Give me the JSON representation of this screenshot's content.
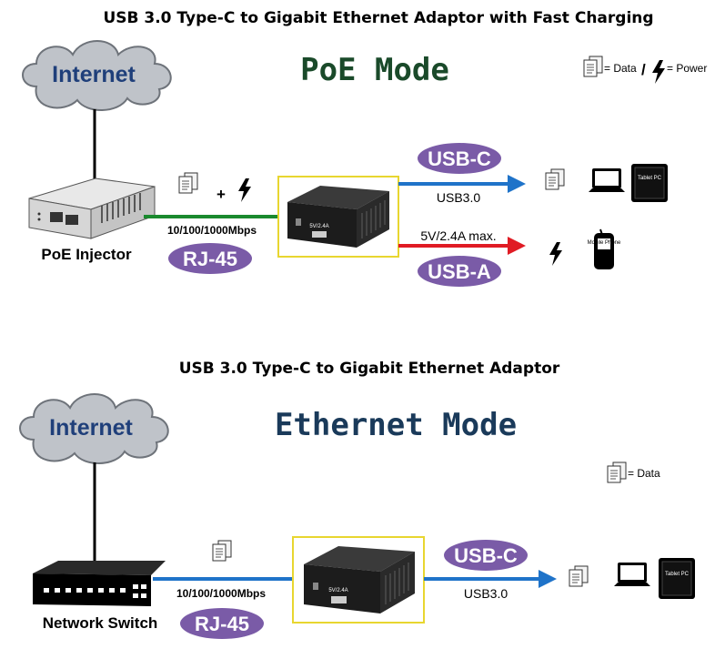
{
  "section1": {
    "title": "USB 3.0 Type-C to Gigabit Ethernet Adaptor with Fast Charging",
    "mode": "PoE Mode",
    "legend_data": "= Data",
    "legend_sep": "/",
    "legend_power": "= Power",
    "cloud": "Internet",
    "source_device": "PoE Injector",
    "plus": "+",
    "speed": "10/100/1000Mbps",
    "rj45": "RJ-45",
    "usbc": "USB-C",
    "usbc_sub": "USB3.0",
    "usba": "USB-A",
    "usba_sub": "5V/2.4A max.",
    "tablet": "Tablet PC",
    "phone": "Mobile Phone",
    "adapter_port": "5V/2.4A",
    "colors": {
      "eth": "#1a8a2e",
      "usbc_arrow": "#1f73c9",
      "usba_arrow": "#e01b24",
      "pill": "#7a5ba7",
      "frame": "#f2e34a",
      "mode": "#1a4a2a"
    }
  },
  "section2": {
    "title": "USB 3.0 Type-C to Gigabit Ethernet Adaptor",
    "mode": "Ethernet Mode",
    "legend_data": "= Data",
    "cloud": "Internet",
    "source_device": "Network Switch",
    "speed": "10/100/1000Mbps",
    "rj45": "RJ-45",
    "usbc": "USB-C",
    "usbc_sub": "USB3.0",
    "tablet": "Tablet PC",
    "adapter_port": "5V/2.4A",
    "colors": {
      "eth": "#1f73c9",
      "usbc_arrow": "#1f73c9",
      "pill": "#7a5ba7",
      "frame": "#f2e34a",
      "mode": "#1a3a5a"
    }
  }
}
